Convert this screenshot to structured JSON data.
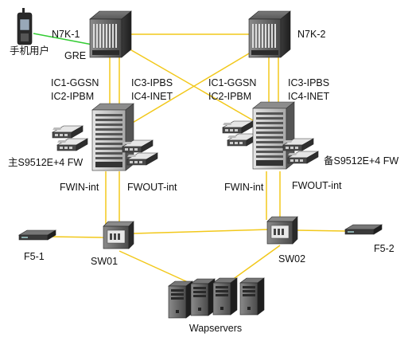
{
  "diagram": {
    "labels": {
      "phone_user": "手机用户",
      "gre": "GRE",
      "n7k_1": "N7K-1",
      "n7k_2": "N7K-2",
      "ic1_ggsn_l": "IC1-GGSN",
      "ic2_ipbm_l": "IC2-IPBM",
      "ic3_ipbs_l": "IC3-IPBS",
      "ic4_inet_l": "IC4-INET",
      "ic1_ggsn_r": "IC1-GGSN",
      "ic2_ipbm_r": "IC2-IPBM",
      "ic3_ipbs_r": "IC3-IPBS",
      "ic4_inet_r": "IC4-INET",
      "primary_fw": "主S9512E+4 FW",
      "backup_fw": "备S9512E+4 FW",
      "fwin_l": "FWIN-int",
      "fwout_l": "FWOUT-int",
      "fwin_r": "FWIN-int",
      "fwout_r": "FWOUT-int",
      "f5_1": "F5-1",
      "f5_2": "F5-2",
      "sw01": "SW01",
      "sw02": "SW02",
      "wapservers": "Wapservers"
    },
    "colors": {
      "link_yellow": "#f2c81a",
      "link_green": "#33cc33",
      "device_dark": "#3c3c3c",
      "device_mid": "#6e6e6e",
      "device_light": "#d4d4d4"
    },
    "icons": [
      "mobile-phone-icon",
      "nexus-switch-icon",
      "chassis-switch-icon",
      "firewall-module-icon",
      "load-balancer-icon",
      "access-switch-icon",
      "server-icon"
    ]
  }
}
